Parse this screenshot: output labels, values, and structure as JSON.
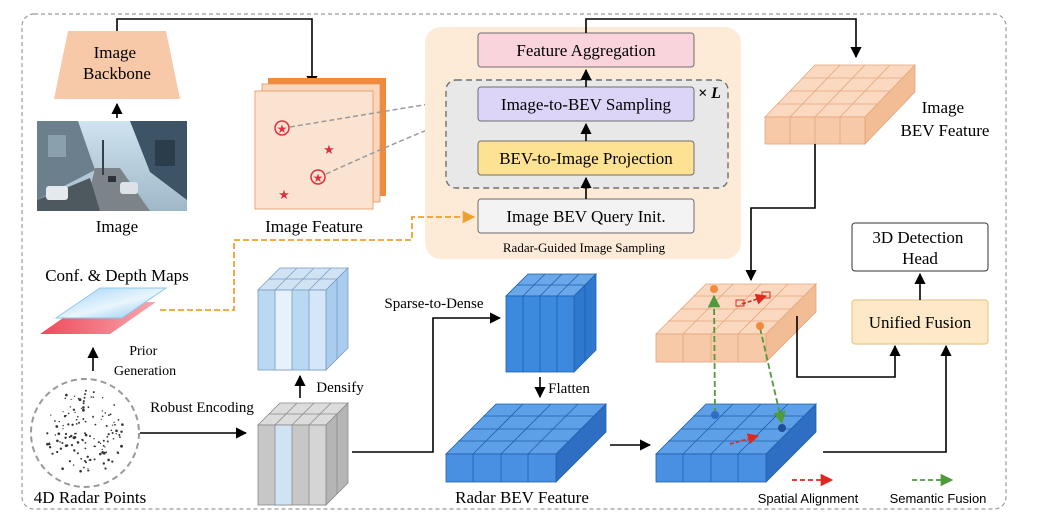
{
  "modules": {
    "image_backbone": [
      "Image",
      "Backbone"
    ],
    "feature_aggregation": "Feature Aggregation",
    "image_to_bev_sampling": "Image-to-BEV Sampling",
    "bev_to_image_projection": "BEV-to-Image Projection",
    "image_bev_query_init": "Image BEV Query Init.",
    "repeat_marker": "× L",
    "rgis_caption": "Radar-Guided Image Sampling",
    "detection_head": [
      "3D Detection",
      "Head"
    ],
    "unified_fusion": "Unified Fusion"
  },
  "labels": {
    "image": "Image",
    "image_feature": "Image Feature",
    "image_bev_feature": [
      "Image",
      "BEV Feature"
    ],
    "conf_depth_maps": "Conf. & Depth Maps",
    "prior_generation": [
      "Prior",
      "Generation"
    ],
    "robust_encoding": "Robust Encoding",
    "densify": "Densify",
    "sparse_to_dense": "Sparse-to-Dense",
    "flatten": "Flatten",
    "radar_bev_feature": "Radar BEV Feature",
    "radar_points": "4D Radar Points"
  },
  "legend": {
    "spatial_alignment": "Spatial Alignment",
    "semantic_fusion": "Semantic Fusion"
  },
  "colors": {
    "orange_feature": "#f7c9a8",
    "orange_feature_side": "#eeb28a",
    "orange_arrow": "#f0a030",
    "rgis_panel": "#fdebd8",
    "aggregation_fill": "#f9d4dc",
    "sampling_fill": "#ddd5f7",
    "projection_fill": "#fde293",
    "fusion_fill": "#fde9c8",
    "radar_blue": "#4a90e2",
    "radar_blue_dark": "#2e6fc4",
    "light_blue": "#b9d8f2",
    "gray_voxel": "#c7c7c7",
    "green_arrow": "#4f9a3a",
    "red_arrow": "#e0281e"
  }
}
